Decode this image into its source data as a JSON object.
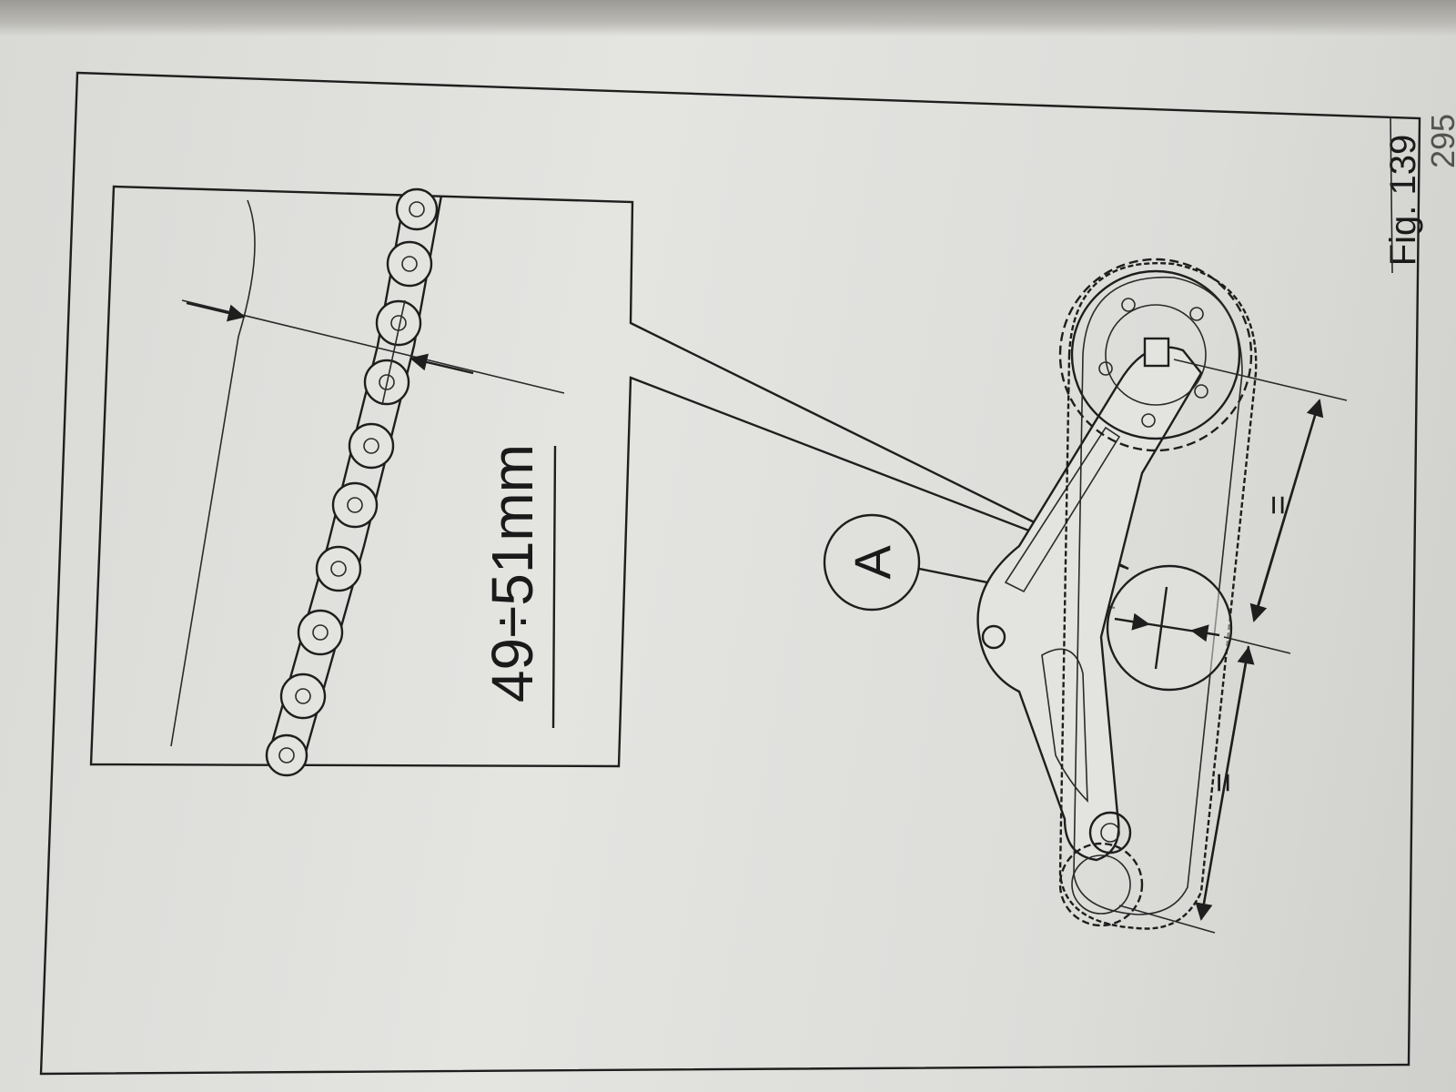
{
  "figure": {
    "caption": "Fig. 139",
    "callout_letter": "A",
    "measurement": "49÷51mm",
    "equal_mark_upper": "=",
    "equal_mark_lower": "=",
    "page_number_partial": "295"
  },
  "colors": {
    "ink": "#1e1e1e",
    "paper": "#e3e3e0"
  }
}
